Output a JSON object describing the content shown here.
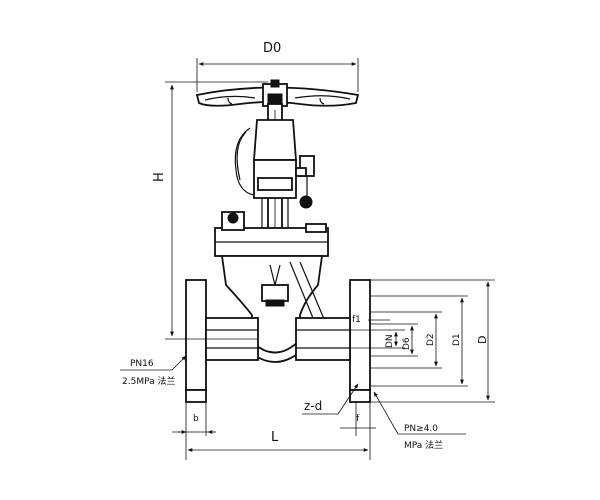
{
  "diagram": {
    "labels": {
      "d0": "D0",
      "h": "H",
      "l": "L",
      "b": "b",
      "f": "f",
      "f1": "f1",
      "dn": "DN",
      "d6": "D6",
      "d2": "D2",
      "d1": "D1",
      "d": "D",
      "zd": "z-d",
      "pn16": "PN16",
      "pn16_note": "2.5MPa 法兰",
      "pn40": "PN≥4.0",
      "pn40_note": "MPa 法兰"
    }
  }
}
